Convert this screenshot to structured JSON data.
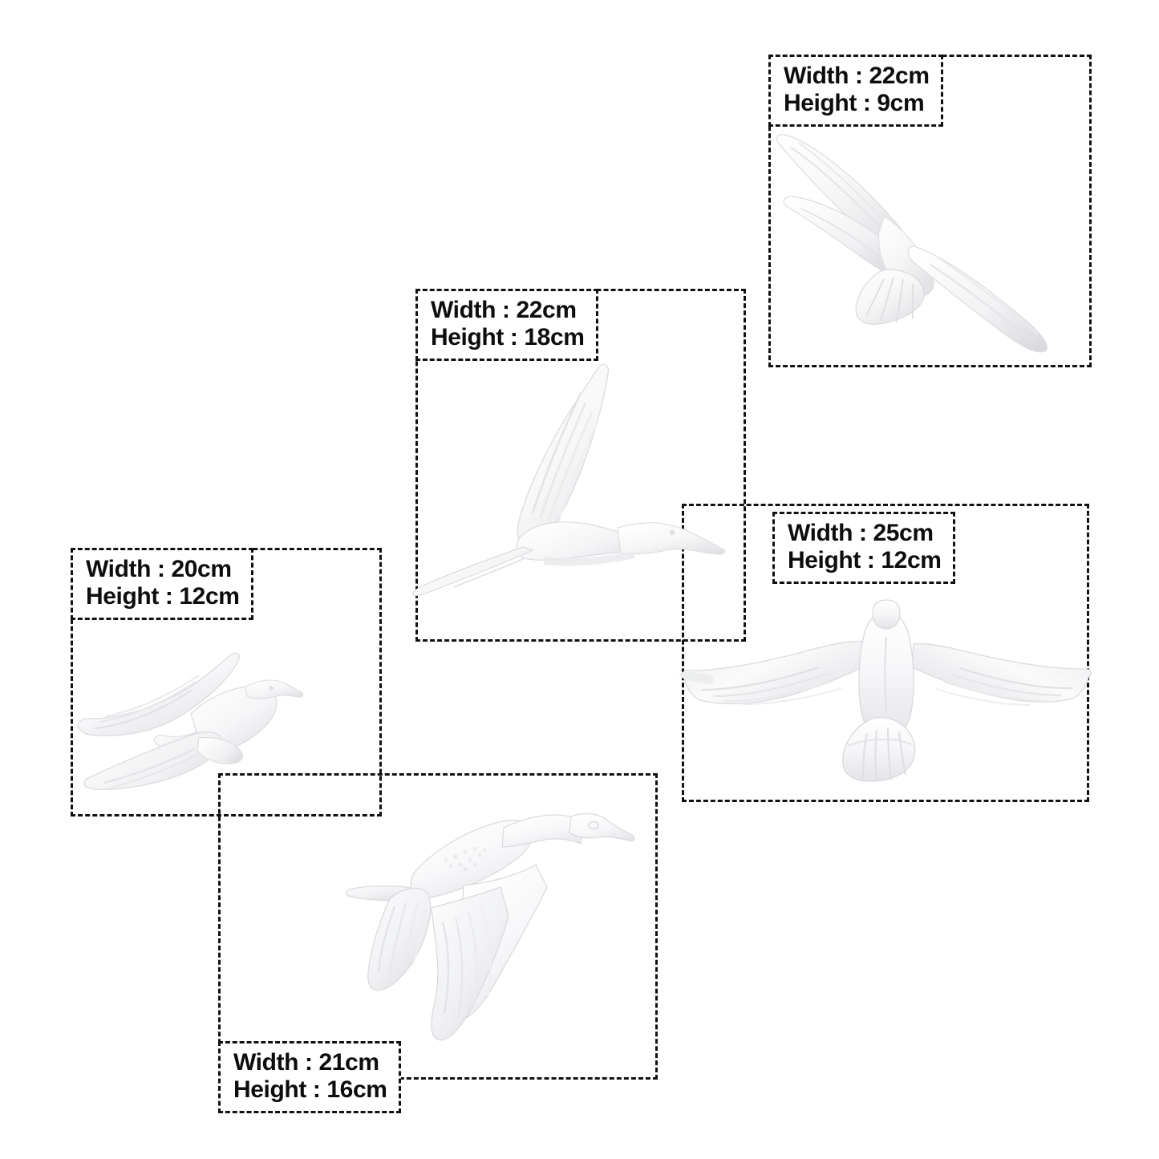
{
  "page": {
    "background_color": "#ffffff",
    "line_color": "#111111",
    "text_color": "#0d0d0d",
    "figure_color": "#ffffff"
  },
  "items": [
    {
      "id": "seagull-gliding",
      "figure_name": "white-ceramic-seagull-gliding",
      "width_label": "Width : 22cm",
      "height_label": "Height : 9cm",
      "chip_position": "top-left"
    },
    {
      "id": "bird-side-profile-wing-up",
      "figure_name": "white-ceramic-bird-side-profile-wing-up",
      "width_label": "Width : 22cm",
      "height_label": "Height : 18cm",
      "chip_position": "top-left"
    },
    {
      "id": "swallow-v-wings",
      "figure_name": "white-ceramic-swallow-v-wings",
      "width_label": "Width : 20cm",
      "height_label": "Height : 12cm",
      "chip_position": "top-left"
    },
    {
      "id": "dove-front-spread",
      "figure_name": "white-ceramic-dove-front-wings-spread",
      "width_label": "Width : 25cm",
      "height_label": "Height : 12cm",
      "chip_position": "top-left"
    },
    {
      "id": "crane-diving",
      "figure_name": "white-ceramic-crane-diving",
      "width_label": "Width : 21cm",
      "height_label": "Height : 16cm",
      "chip_position": "bottom-left"
    }
  ]
}
